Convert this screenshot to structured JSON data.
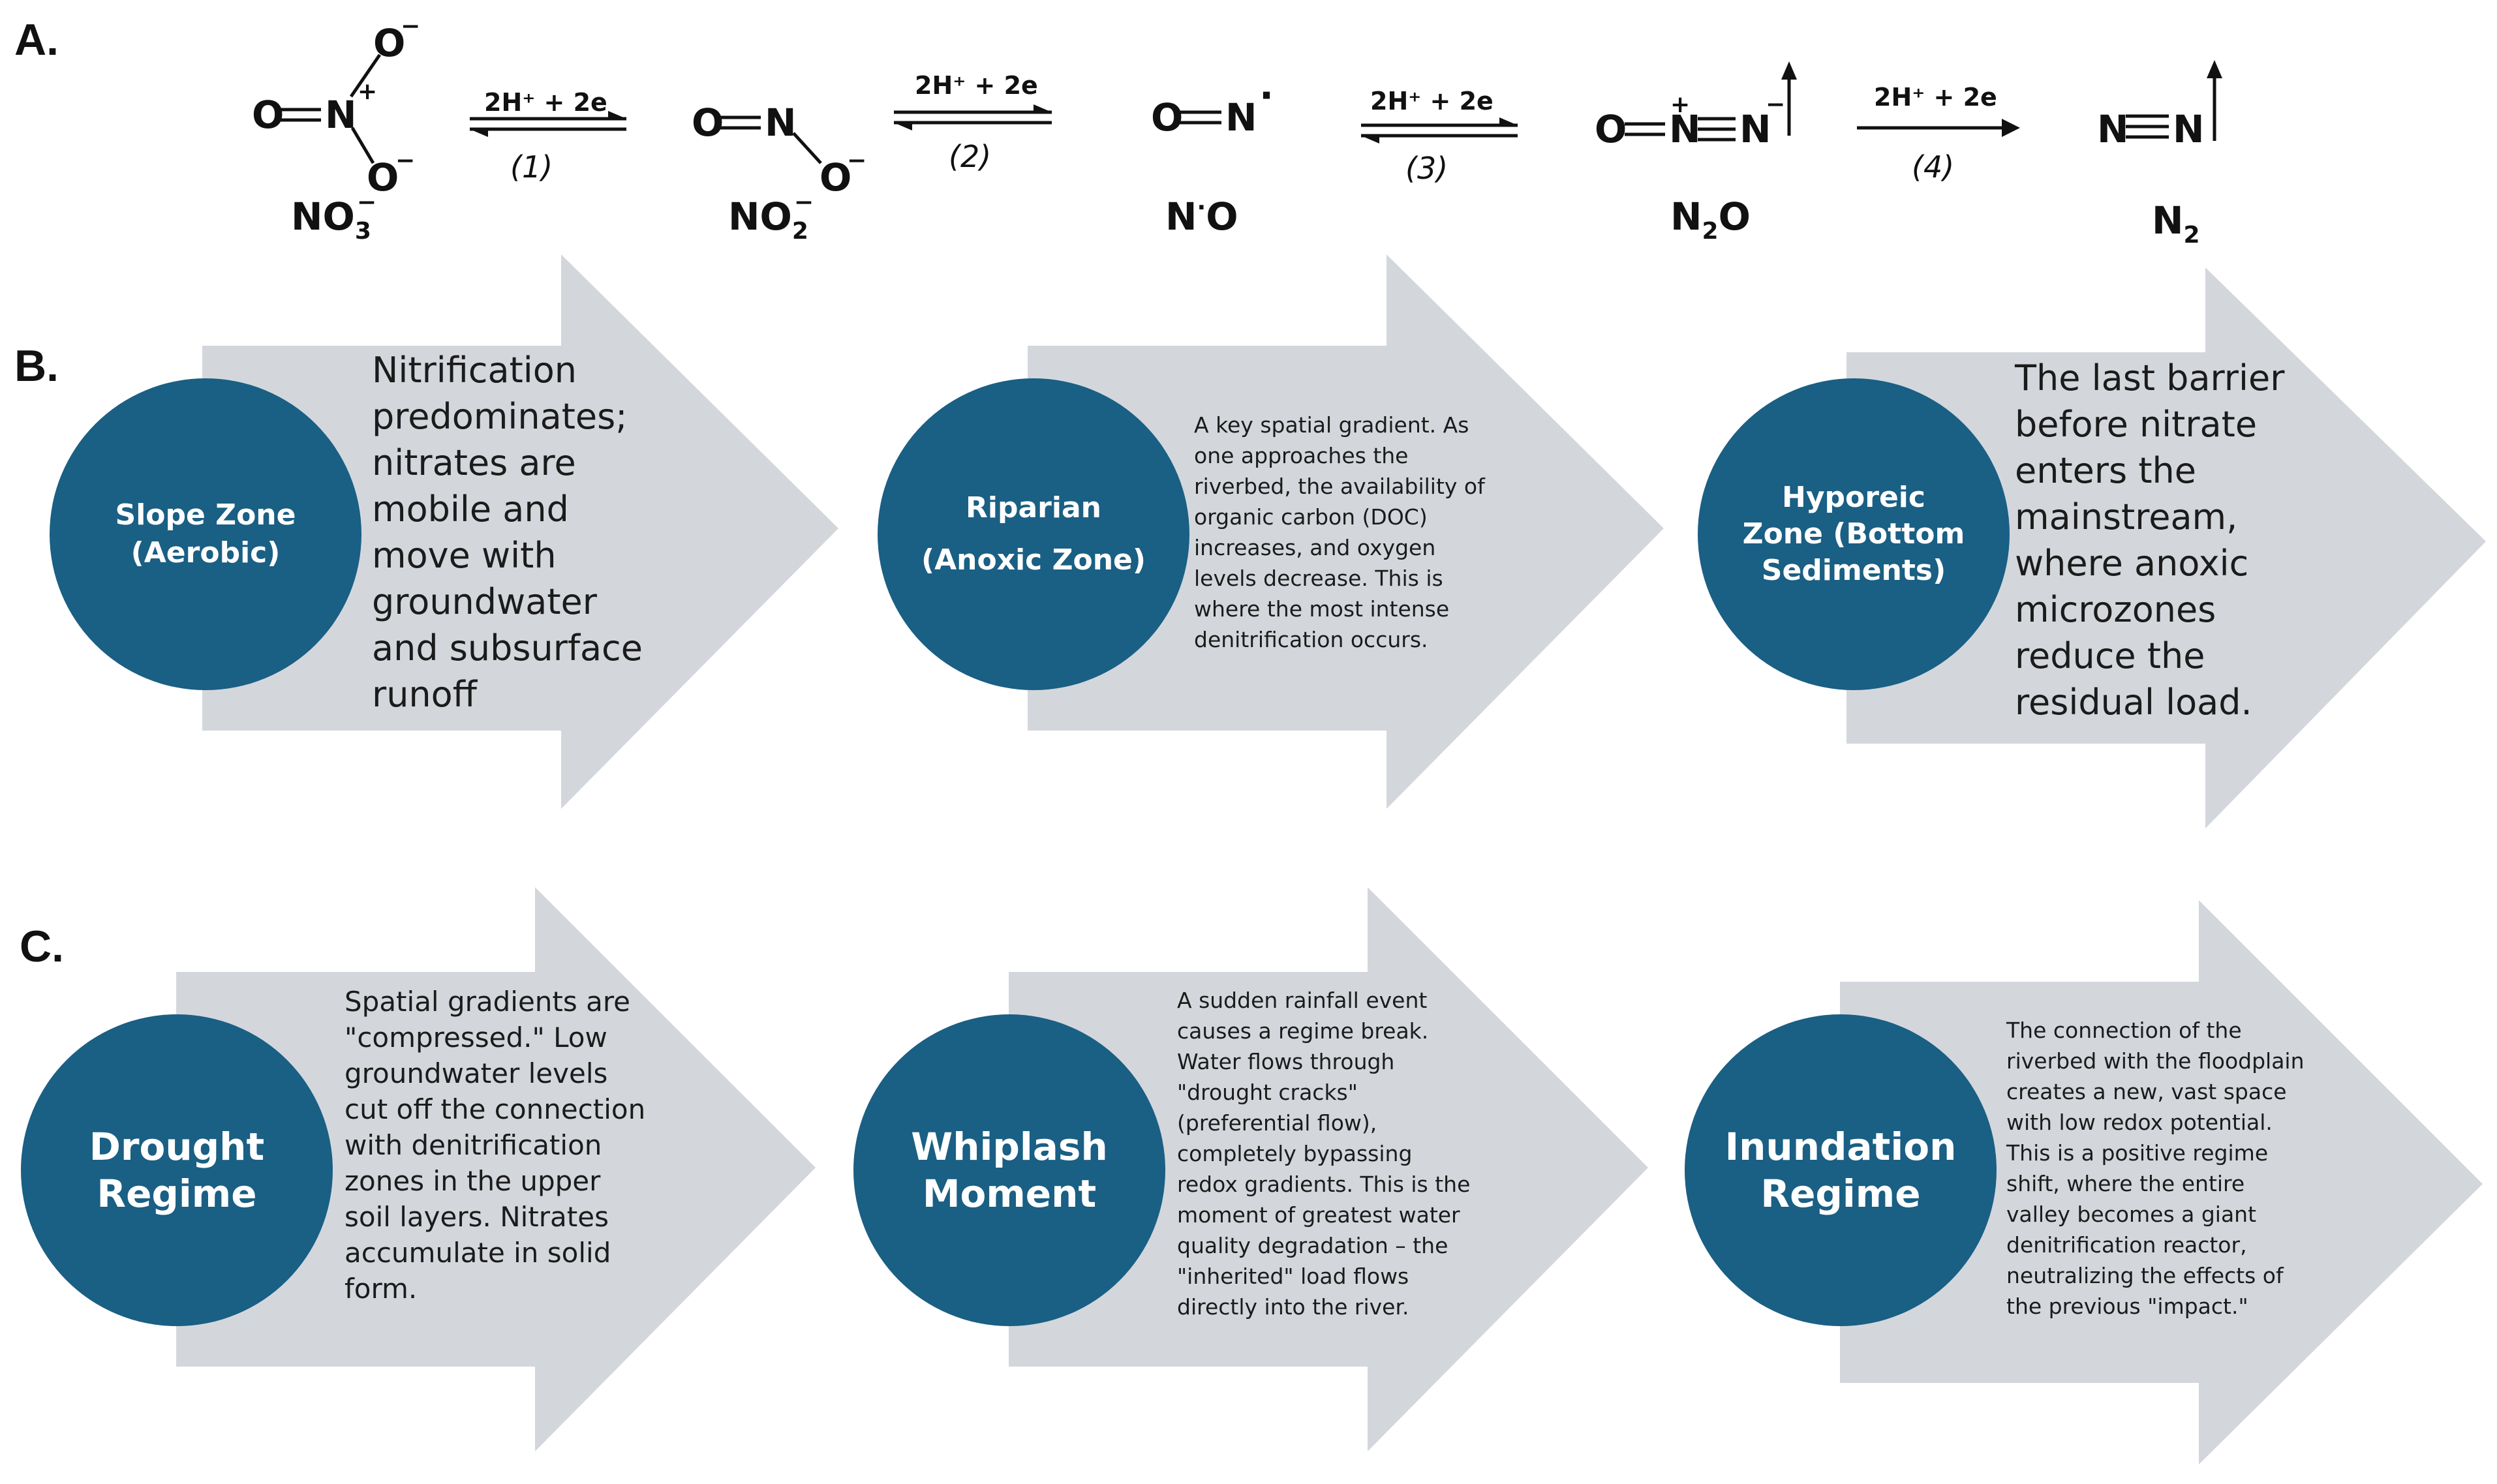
{
  "panels": {
    "a": "A.",
    "b": "B.",
    "c": "C."
  },
  "reaction": {
    "species": [
      {
        "formula": "NO",
        "sub": "3",
        "sup": "−"
      },
      {
        "formula": "NO",
        "sub": "2",
        "sup": "−"
      },
      {
        "formula": "N",
        "sup_mid": "·",
        "tail": "O"
      },
      {
        "formula": "N",
        "sub": "2",
        "tail": "O"
      },
      {
        "formula": "N",
        "sub": "2"
      }
    ],
    "steps": [
      {
        "reagent": "2H⁺ + 2e",
        "label": "(1)"
      },
      {
        "reagent": "2H⁺ + 2e",
        "label": "(2)"
      },
      {
        "reagent": "2H⁺ + 2e",
        "label": "(3)"
      },
      {
        "reagent": "2H⁺ + 2e",
        "label": "(4)"
      }
    ]
  },
  "zones": [
    {
      "title": "Slope Zone\n(Aerobic)",
      "text": "Nitrification predominates; nitrates are mobile and move with groundwater and subsurface runoff"
    },
    {
      "title": "Riparian\n\n(Anoxic Zone)",
      "text": "A key spatial gradient. As one approaches the riverbed, the availability of organic carbon (DOC) increases, and oxygen levels decrease. This is where the most intense denitrification occurs."
    },
    {
      "title": "Hyporeic\nZone (Bottom\nSediments)",
      "text": "The last barrier before nitrate enters the mainstream, where anoxic microzones reduce the residual load."
    }
  ],
  "regimes": [
    {
      "title": "Drought\nRegime",
      "text": "Spatial gradients are \"compressed.\" Low groundwater levels cut off the connection with denitrification zones in the upper soil layers. Nitrates accumulate in solid form."
    },
    {
      "title": "Whiplash\nMoment",
      "text": "A sudden rainfall event causes a regime break. Water flows through \"drought cracks\" (preferential flow), completely bypassing redox gradients. This is the moment of greatest water quality degradation – the \"inherited\" load flows directly into the river."
    },
    {
      "title": "Inundation\nRegime",
      "text": "The connection of the riverbed with the floodplain creates a new, vast space with low redox potential. This is a positive regime shift, where the entire valley becomes a giant denitrification reactor, neutralizing the effects of the previous \"impact.\""
    }
  ],
  "colors": {
    "circle": "#1a5f84",
    "arrow": "#d3d7dc"
  }
}
